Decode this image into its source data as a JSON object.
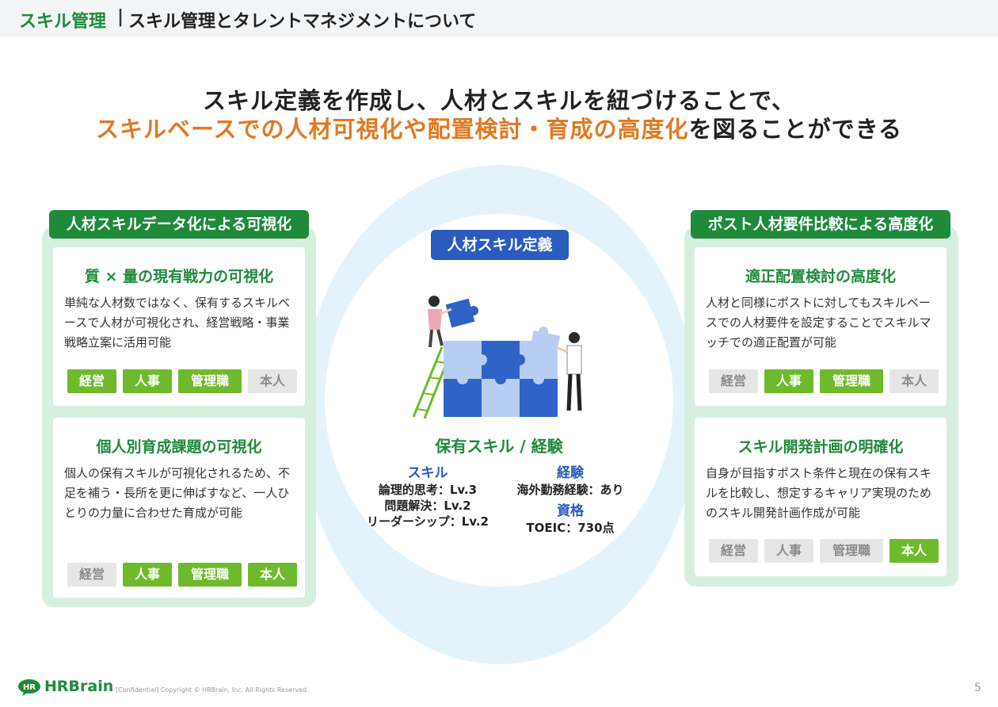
{
  "header": {
    "section": "スキル管理",
    "separator": "|",
    "title": "スキル管理とタレントマネジメントについて"
  },
  "headline": {
    "line1": "スキル定義を作成し、人材とスキルを紐づけることで、",
    "line2_highlight": "スキルベースでの人材可視化や配置検討・育成の高度化",
    "line2_rest": "を図ることができる"
  },
  "left_group": {
    "title": "人材スキルデータ化による可視化",
    "cards": [
      {
        "title": "質 × 量の現有戦力の可視化",
        "body": "単純な人材数ではなく、保有するスキルベースで人材が可視化され、経営戦略・事業戦略立案に活用可能",
        "tags": [
          {
            "label": "経営",
            "active": true
          },
          {
            "label": "人事",
            "active": true
          },
          {
            "label": "管理職",
            "active": true
          },
          {
            "label": "本人",
            "active": false
          }
        ]
      },
      {
        "title": "個人別育成課題の可視化",
        "body": "個人の保有スキルが可視化されるため、不足を補う・長所を更に伸ばすなど、一人ひとりの力量に合わせた育成が可能",
        "tags": [
          {
            "label": "経営",
            "active": false
          },
          {
            "label": "人事",
            "active": true
          },
          {
            "label": "管理職",
            "active": true
          },
          {
            "label": "本人",
            "active": true
          }
        ]
      }
    ]
  },
  "right_group": {
    "title": "ポスト人材要件比較による高度化",
    "cards": [
      {
        "title": "適正配置検討の高度化",
        "body": "人材と同様にポストに対してもスキルベースでの人材要件を設定することでスキルマッチでの適正配置が可能",
        "tags": [
          {
            "label": "経営",
            "active": false
          },
          {
            "label": "人事",
            "active": true
          },
          {
            "label": "管理職",
            "active": true
          },
          {
            "label": "本人",
            "active": false
          }
        ]
      },
      {
        "title": "スキル開発計画の明確化",
        "body": "自身が目指すポスト条件と現在の保有スキルを比較し、想定するキャリア実現のためのスキル開発計画作成が可能",
        "tags": [
          {
            "label": "経営",
            "active": false
          },
          {
            "label": "人事",
            "active": false
          },
          {
            "label": "管理職",
            "active": false
          },
          {
            "label": "本人",
            "active": true
          }
        ]
      }
    ]
  },
  "center": {
    "badge": "人材スキル定義",
    "subtitle": "保有スキル / 経験",
    "skills": {
      "heading": "スキル",
      "items": [
        "論理的思考：Lv.3",
        "問題解決：Lv.2",
        "リーダーシップ：Lv.2"
      ]
    },
    "experience": {
      "heading": "経験",
      "items": [
        "海外勤務経験：あり"
      ]
    },
    "qualification": {
      "heading": "資格",
      "items": [
        "TOEIC：730点"
      ]
    }
  },
  "footer": {
    "logo_badge": "HR",
    "logo_text": "HRBrain",
    "copyright": "[Confidential] Copyright © HRBrain, Inc. All Rights Reserved.",
    "page": "5"
  },
  "colors": {
    "brand_green": "#1f8a3c",
    "tag_green": "#6fba2c",
    "accent_orange": "#e07a22",
    "accent_blue": "#2a5bbd"
  }
}
